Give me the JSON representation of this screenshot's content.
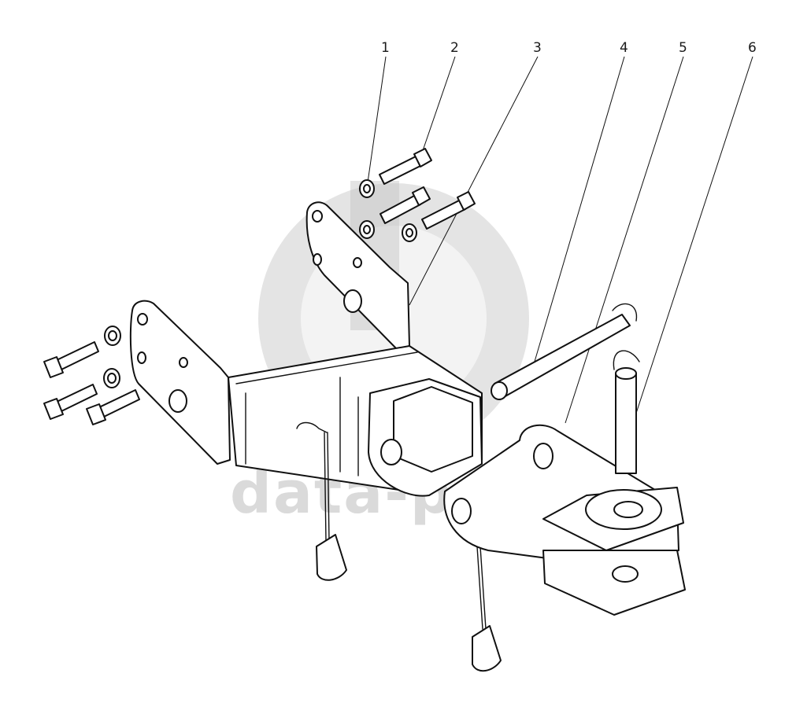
{
  "watermark": {
    "text": "data-parts",
    "color": "#bdbdbd"
  },
  "callouts": [
    {
      "id": "1",
      "label": "1"
    },
    {
      "id": "2",
      "label": "2"
    },
    {
      "id": "3",
      "label": "3"
    },
    {
      "id": "4",
      "label": "4"
    },
    {
      "id": "5",
      "label": "5"
    },
    {
      "id": "6",
      "label": "6"
    }
  ],
  "colors": {
    "line": "#111111",
    "background": "#ffffff",
    "watermark": "#bdbdbd"
  }
}
